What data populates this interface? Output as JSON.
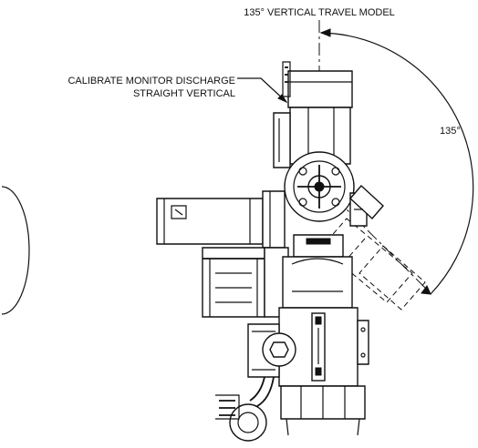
{
  "title": "135° VERTICAL TRAVEL MODEL",
  "callout": {
    "line1": "CALIBRATE MONITOR DISCHARGE",
    "line2": "STRAIGHT VERTICAL"
  },
  "angle_label": "135°"
}
